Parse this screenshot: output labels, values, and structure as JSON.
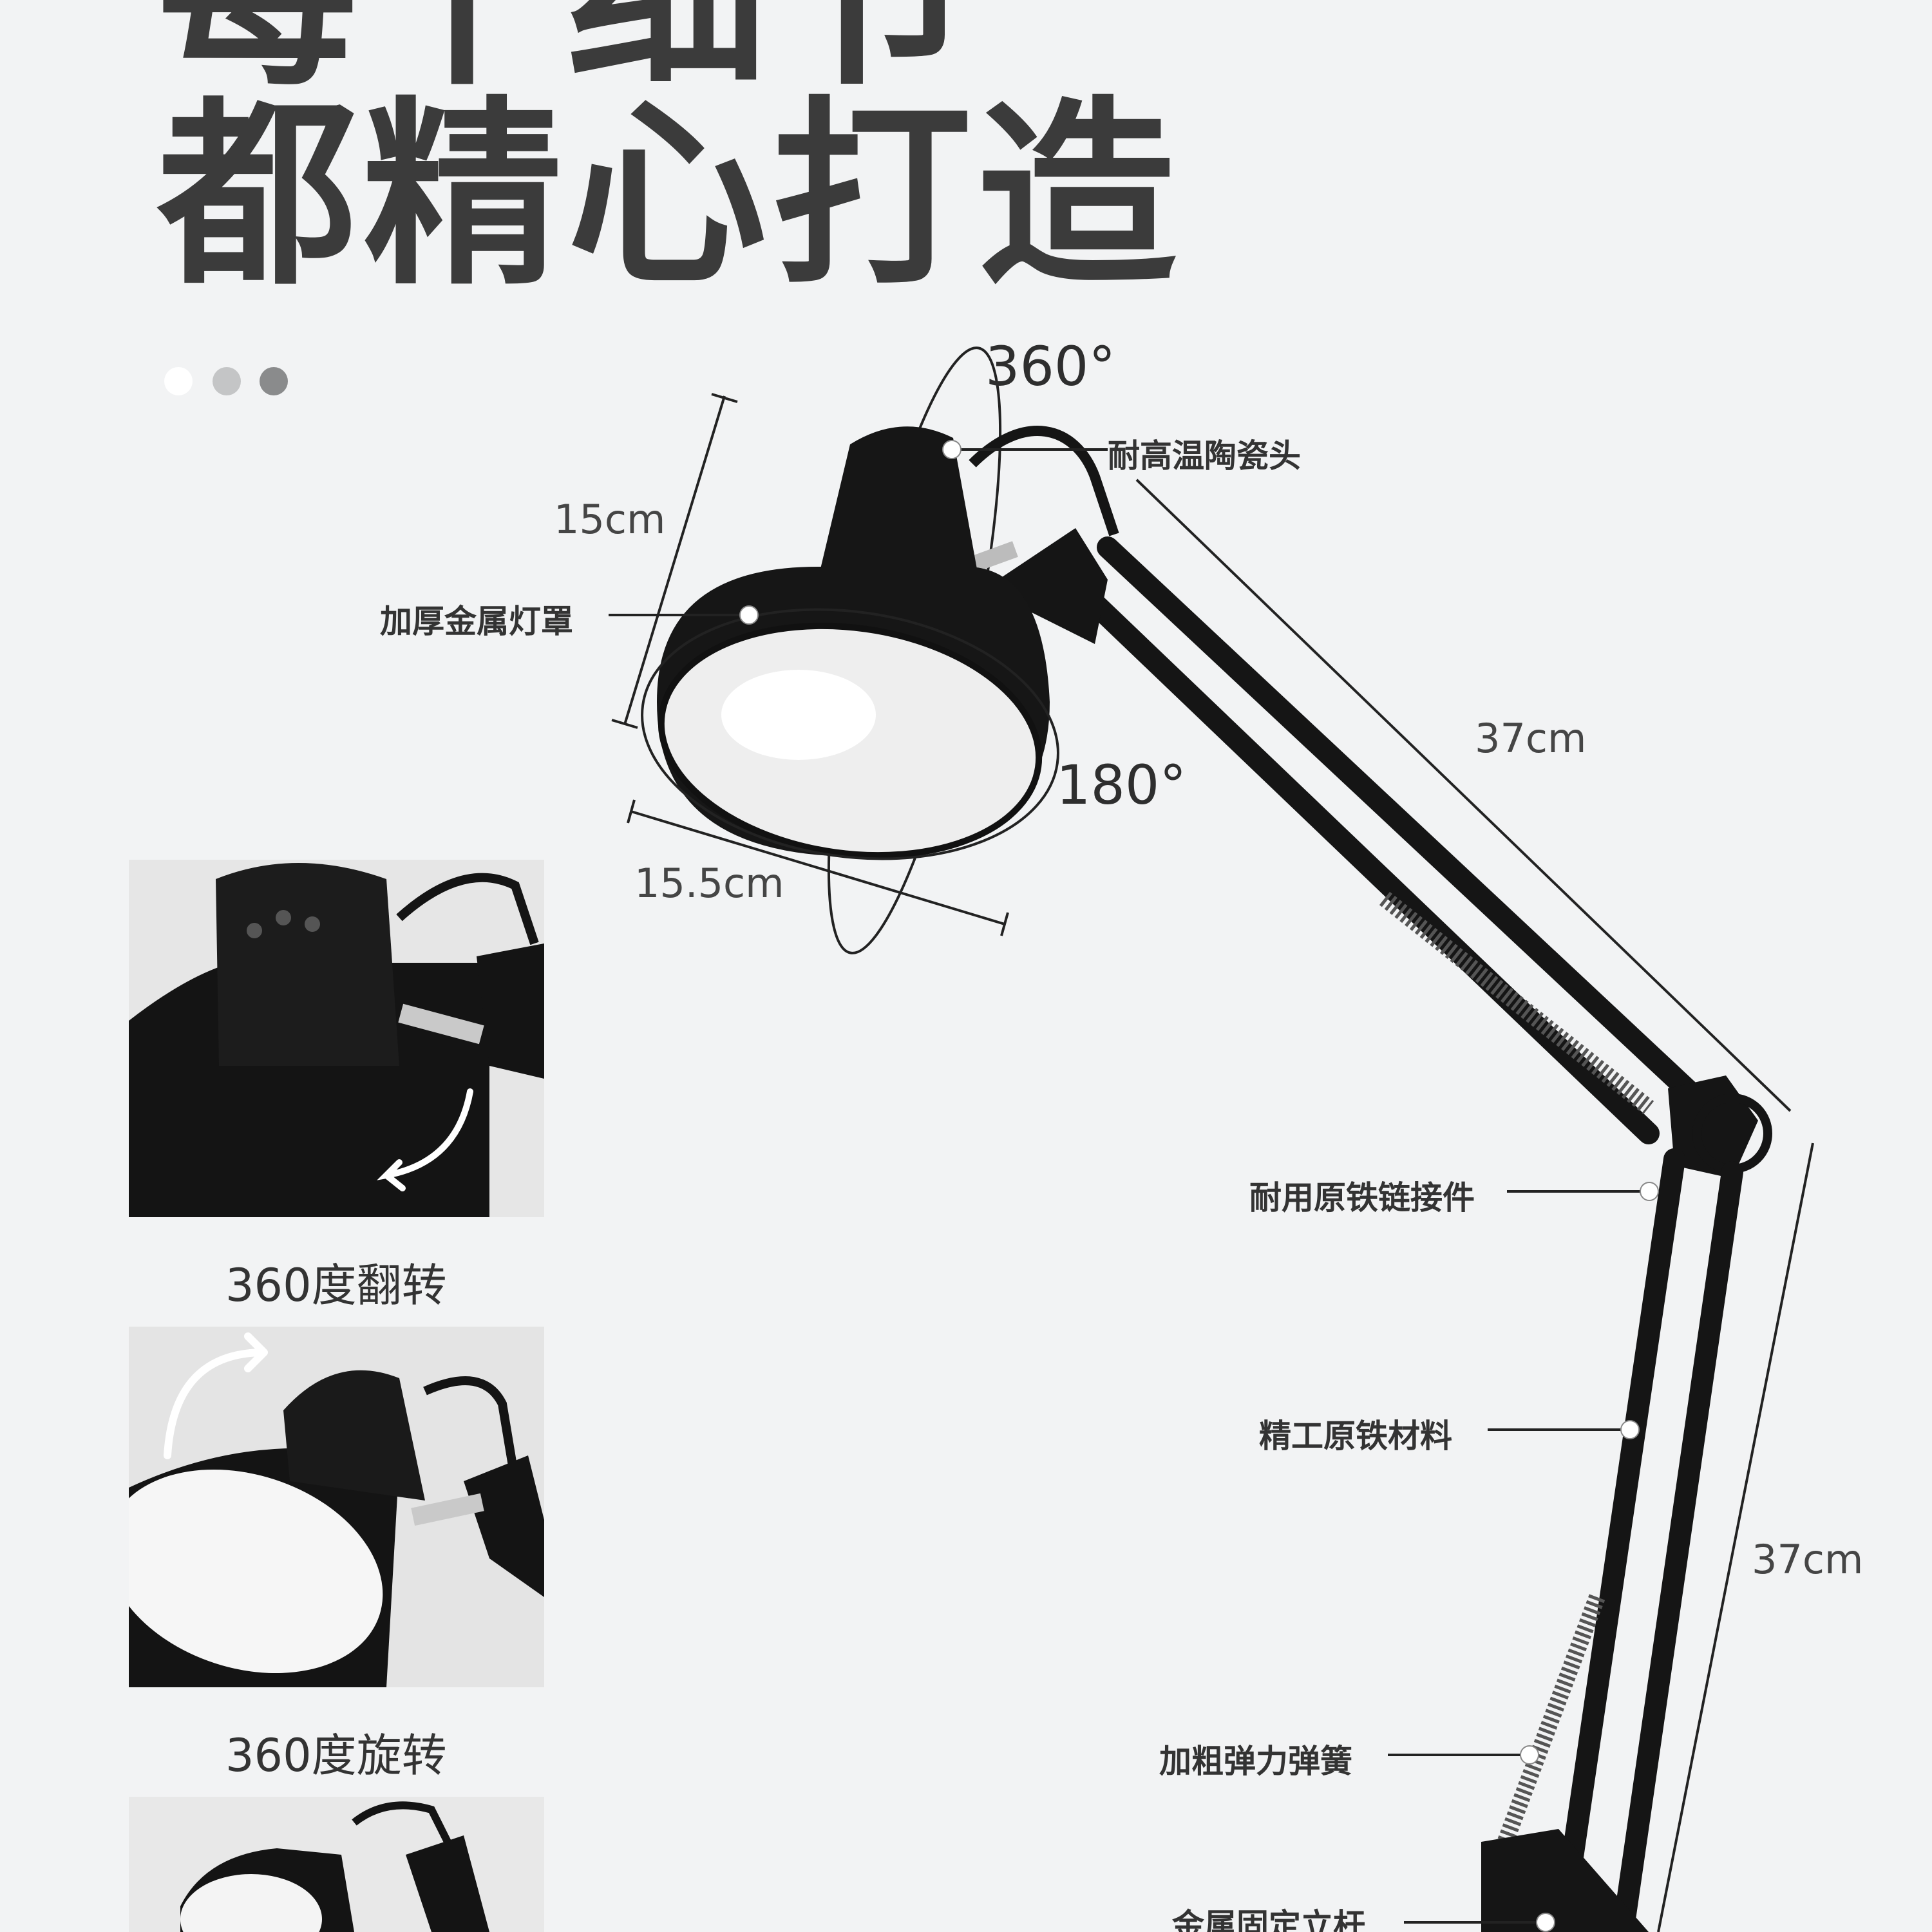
{
  "headline": {
    "line1": "每个细节",
    "line2": "都精心打造"
  },
  "pager_dots": 3,
  "dimensions": {
    "shade_height": "15cm",
    "shade_width": "15.5cm",
    "upper_arm": "37cm",
    "lower_arm": "37cm",
    "rotation_top": "360°",
    "rotation_side": "180°"
  },
  "callouts": {
    "ceramic_head": "耐高温陶瓷头",
    "metal_shade": "加厚金属灯罩",
    "iron_connector": "耐用原铁链接件",
    "iron_material": "精工原铁材料",
    "spring": "加粗弹力弹簧",
    "metal_pole": "金属固定立杆"
  },
  "thumbnails": [
    {
      "caption": "360度翻转",
      "icon": "flip-arrow-icon"
    },
    {
      "caption": "360度旋转",
      "icon": "rotate-arrow-icon"
    },
    {
      "caption": "",
      "icon": ""
    }
  ],
  "colors": {
    "background": "#f2f3f4",
    "lamp": "#161616",
    "text": "#3a3a3a"
  }
}
